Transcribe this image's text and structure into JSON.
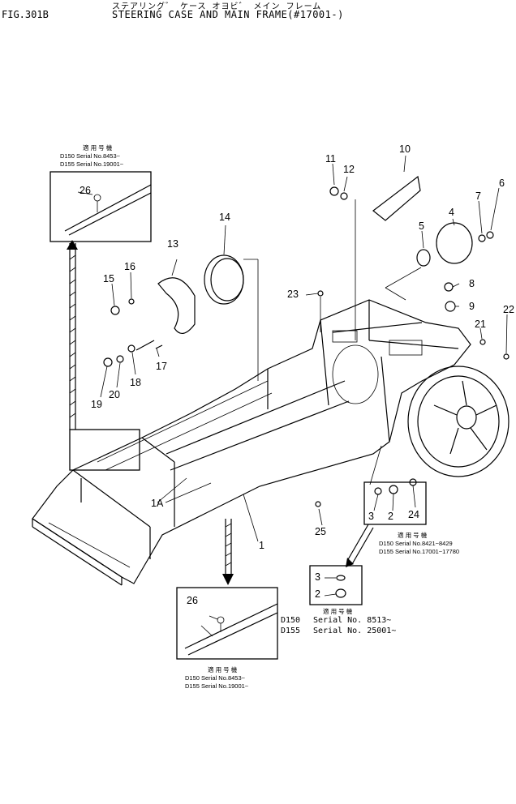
{
  "header": {
    "fig": "FIG.301B",
    "japanese_title": "ステアリング゛ ケース オヨビ゛ メイン フレーム",
    "title": "STEERING CASE AND MAIN FRAME(#17001-)"
  },
  "inset_top_left": {
    "heading": "適 用 号 機",
    "line1": "D150 Serial No.8453~",
    "line2": "D155 Serial No.19001~",
    "part": "26"
  },
  "inset_bottom": {
    "part": "26",
    "heading": "適 用 号 機",
    "line1": "D150 Serial No.8453~",
    "line2": "D155 Serial No.19001~"
  },
  "inset_right": {
    "parts": [
      "3",
      "2",
      "24"
    ],
    "heading": "適 用 号 機",
    "line1": "D150 Serial No.8421~8429",
    "line2": "D155 Serial No.17001~17780"
  },
  "inset_small": {
    "parts": [
      "3",
      "2"
    ],
    "heading": "適 用 号 機",
    "line1_model": "D150",
    "line1_serial": "Serial No. 8513~",
    "line2_model": "D155",
    "line2_serial": "Serial No. 25001~"
  },
  "callouts": {
    "c1": "1",
    "c1a": "1A",
    "c4": "4",
    "c5": "5",
    "c6": "6",
    "c7": "7",
    "c8": "8",
    "c9": "9",
    "c10": "10",
    "c11": "11",
    "c12": "12",
    "c13": "13",
    "c14": "14",
    "c15": "15",
    "c16": "16",
    "c17": "17",
    "c18": "18",
    "c19": "19",
    "c20": "20",
    "c21": "21",
    "c22": "22",
    "c23": "23",
    "c25": "25"
  }
}
